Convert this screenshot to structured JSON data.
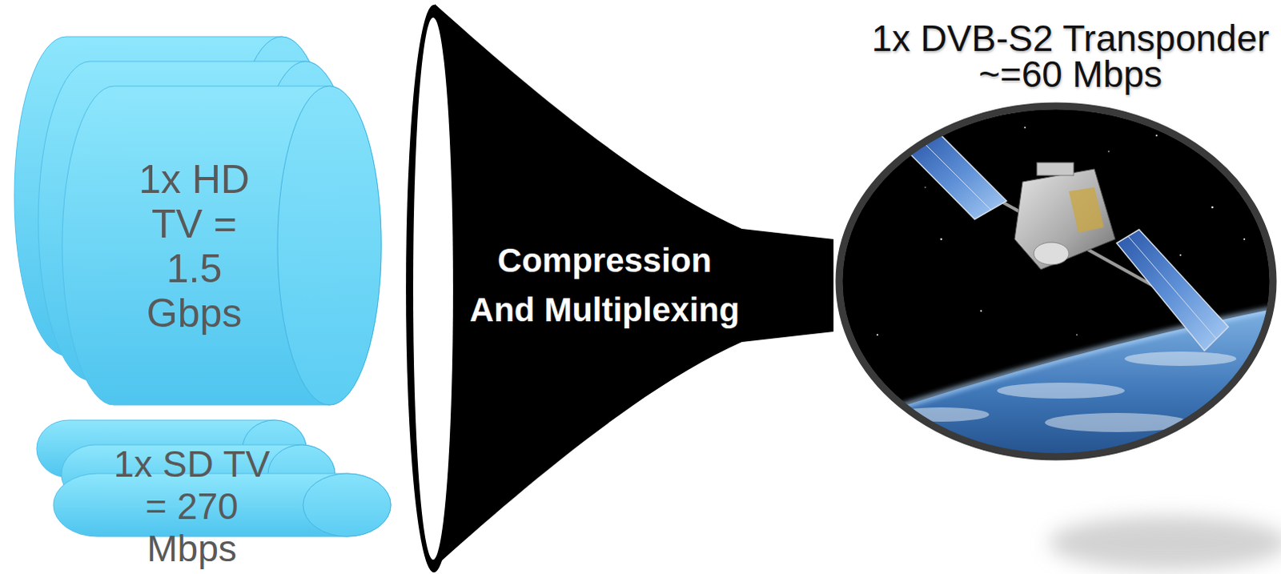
{
  "diagram": {
    "nodes": [
      {
        "text": [
          "1x HD TV = 1.5 Gbps"
        ]
      },
      {
        "text": [
          "1x SD TV = 270 Mbps"
        ]
      },
      {
        "text": [
          "Compression And Multiplexing"
        ]
      },
      {
        "text": [
          "1x DVB-S2 Transponder ~=60 Mbps"
        ]
      }
    ]
  }
}
